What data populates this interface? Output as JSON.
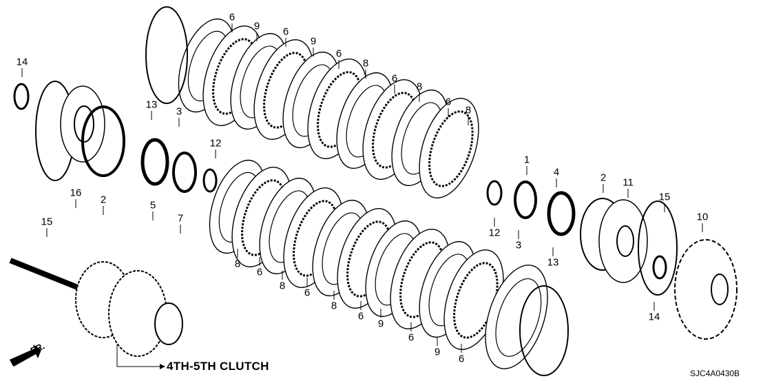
{
  "diagram": {
    "title": "4TH-5TH CLUTCH",
    "code": "SJC4A0430B",
    "direction_label": "FR.",
    "callouts": [
      "14",
      "15",
      "16",
      "2",
      "13",
      "3",
      "6",
      "9",
      "6",
      "9",
      "6",
      "8",
      "6",
      "8",
      "6",
      "8",
      "5",
      "7",
      "12",
      "1",
      "4",
      "12",
      "2",
      "11",
      "15",
      "10",
      "14",
      "13",
      "3",
      "8",
      "6",
      "8",
      "6",
      "8",
      "6",
      "9",
      "6",
      "9",
      "6"
    ]
  }
}
